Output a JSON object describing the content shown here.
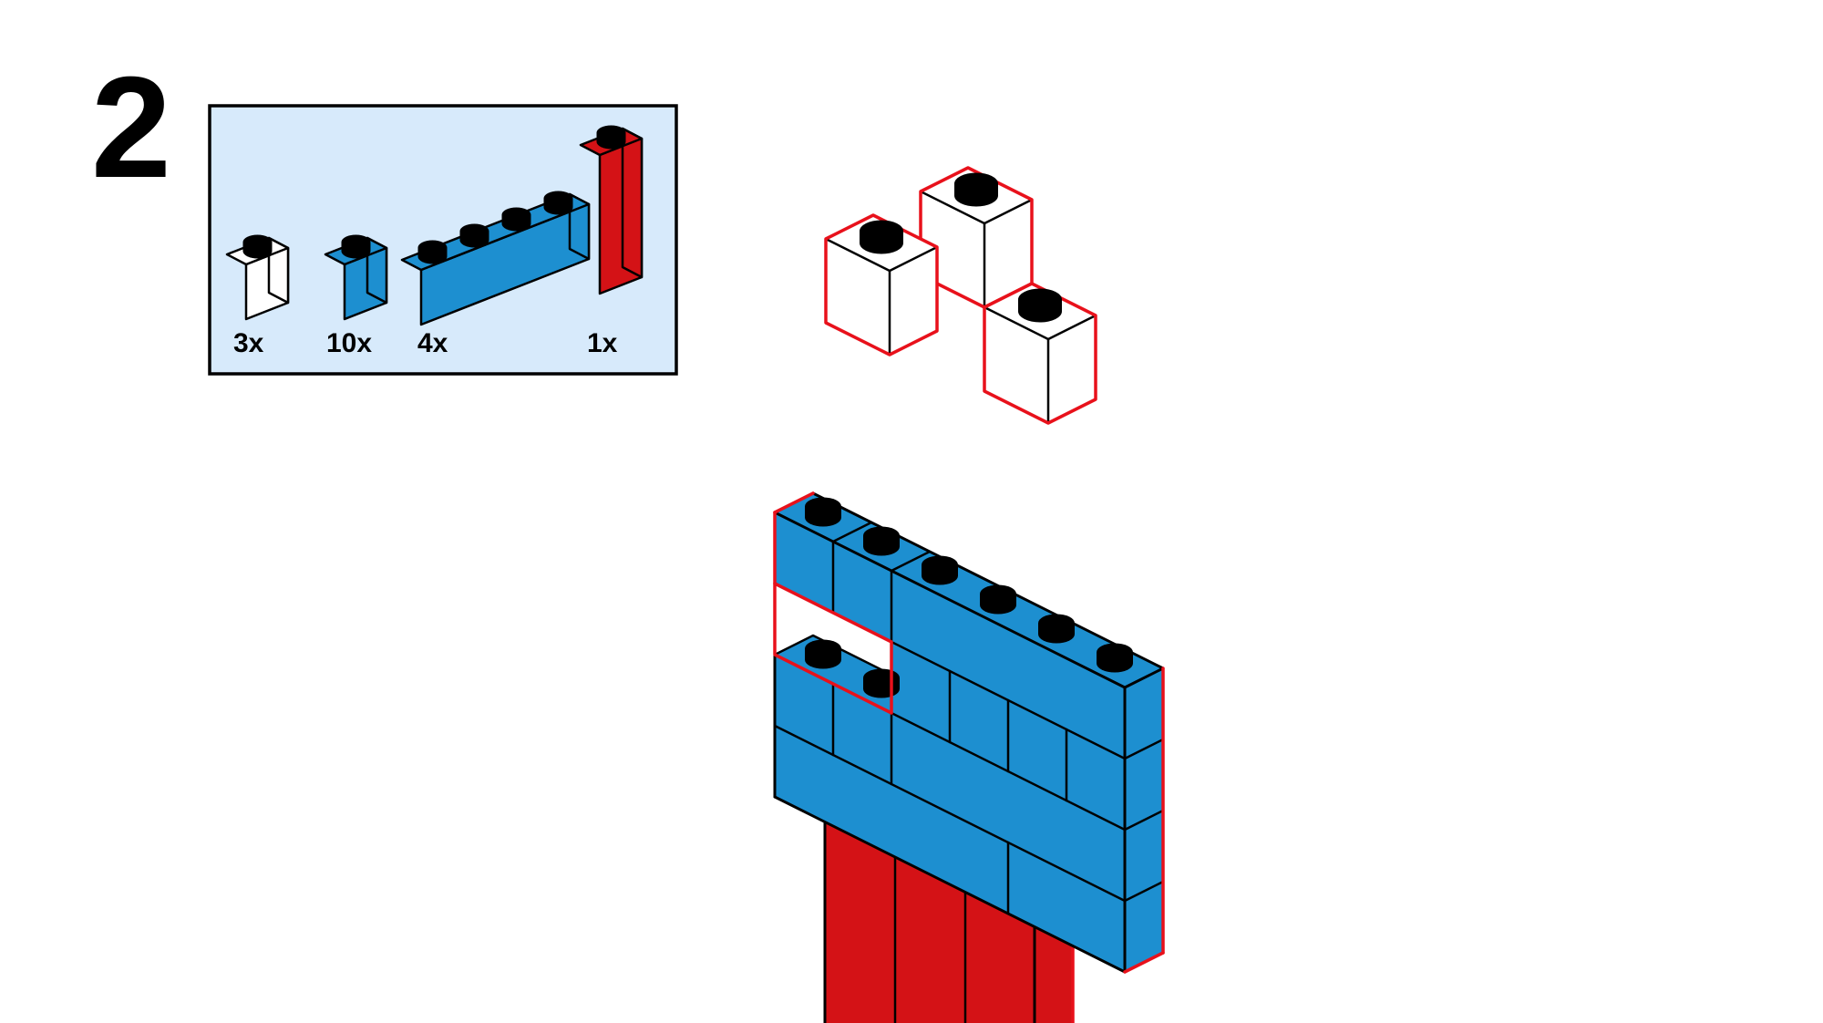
{
  "step": {
    "number": "2"
  },
  "parts_panel": {
    "background": "#d7eafb",
    "parts": [
      {
        "id": "brick-1x1",
        "color": "#ffffff",
        "color_name": "white",
        "count_label": "3x"
      },
      {
        "id": "brick-1x1",
        "color": "#1d8fd0",
        "color_name": "blue",
        "count_label": "10x"
      },
      {
        "id": "brick-1x4",
        "color": "#1d8fd0",
        "color_name": "blue",
        "count_label": "4x"
      },
      {
        "id": "brick-1x1-tall",
        "color": "#d41216",
        "color_name": "red",
        "count_label": "1x"
      }
    ]
  },
  "placement_hint": {
    "brick_color": "#ffffff",
    "brick_count": 3,
    "highlight_color": "#e8111b"
  },
  "model": {
    "blue": "#1d8fd0",
    "red": "#d41216",
    "edge": "#000000",
    "highlight": "#e8111b"
  }
}
